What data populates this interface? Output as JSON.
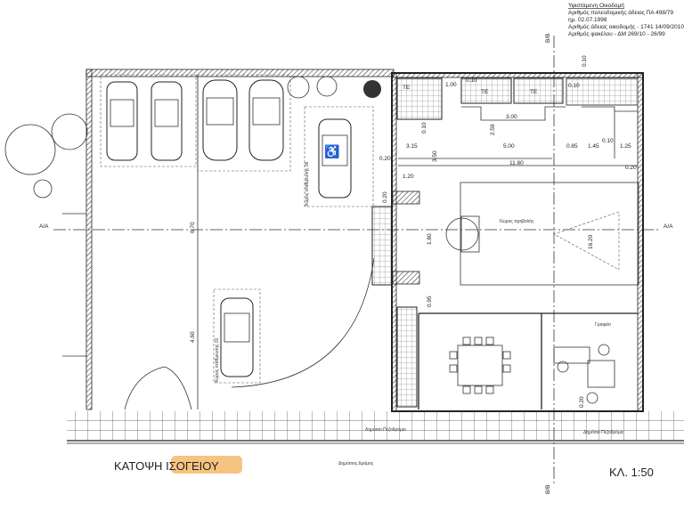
{
  "header": {
    "title": "Υφιστάμενη Οικοδομή",
    "lines": [
      "Αριθμός πολεοδομικής άδειας ΠΑ 498/79",
      "ημ. 02.07.1998",
      "Αριθμός άδειας οικοδομής - 1741 14/09/2010",
      "Αριθμός φακέλου - ΔΜ 269/10 - 26/99"
    ]
  },
  "sections": {
    "bb_top": "B/B",
    "bb_bottom": "B/B",
    "aa_left": "A/A",
    "aa_right": "A/A"
  },
  "rooms": {
    "projection": "Χώρος προβολής",
    "office": "Γραφείο",
    "wc": [
      "TE",
      "TE",
      "TE"
    ],
    "parking_01": "Χώρος στάθμευσης 01",
    "parking_06": "Χώρος στάθμευσης 06"
  },
  "dimensions": {
    "d1": "1.00",
    "d2": "0.10",
    "d3": "0.10",
    "d4": "0.10",
    "d5": "2.59",
    "d6": "3.00",
    "d7": "3.15",
    "d8": "5.00",
    "d9": "0.85",
    "d10": "1.45",
    "d11": "0.10",
    "d12": "1.25",
    "d13": "11.80",
    "d14": "0.20",
    "d15": "0.20",
    "d16": "1.20",
    "d17": "3.50",
    "d18": "1.80",
    "d19": "0.95",
    "d20": "16.20",
    "d21": "6.70",
    "d22": "4.60",
    "d23": "0.20",
    "d24": "0.20",
    "d25": "0.10"
  },
  "street": {
    "sidewalk_1": "Δημόσιο Πεζοδρόμιο",
    "sidewalk_2": "Δημόσιο Πεζοδρόμιο",
    "road": "Δημόσιος Δρόμος"
  },
  "footer": {
    "title_a": "ΚΑΤΟΨΗ ",
    "title_b": "ΙΣΟΓΕΙΟΥ",
    "scale": "ΚΛ. 1:50",
    "highlight_color": "#f5b86a"
  }
}
